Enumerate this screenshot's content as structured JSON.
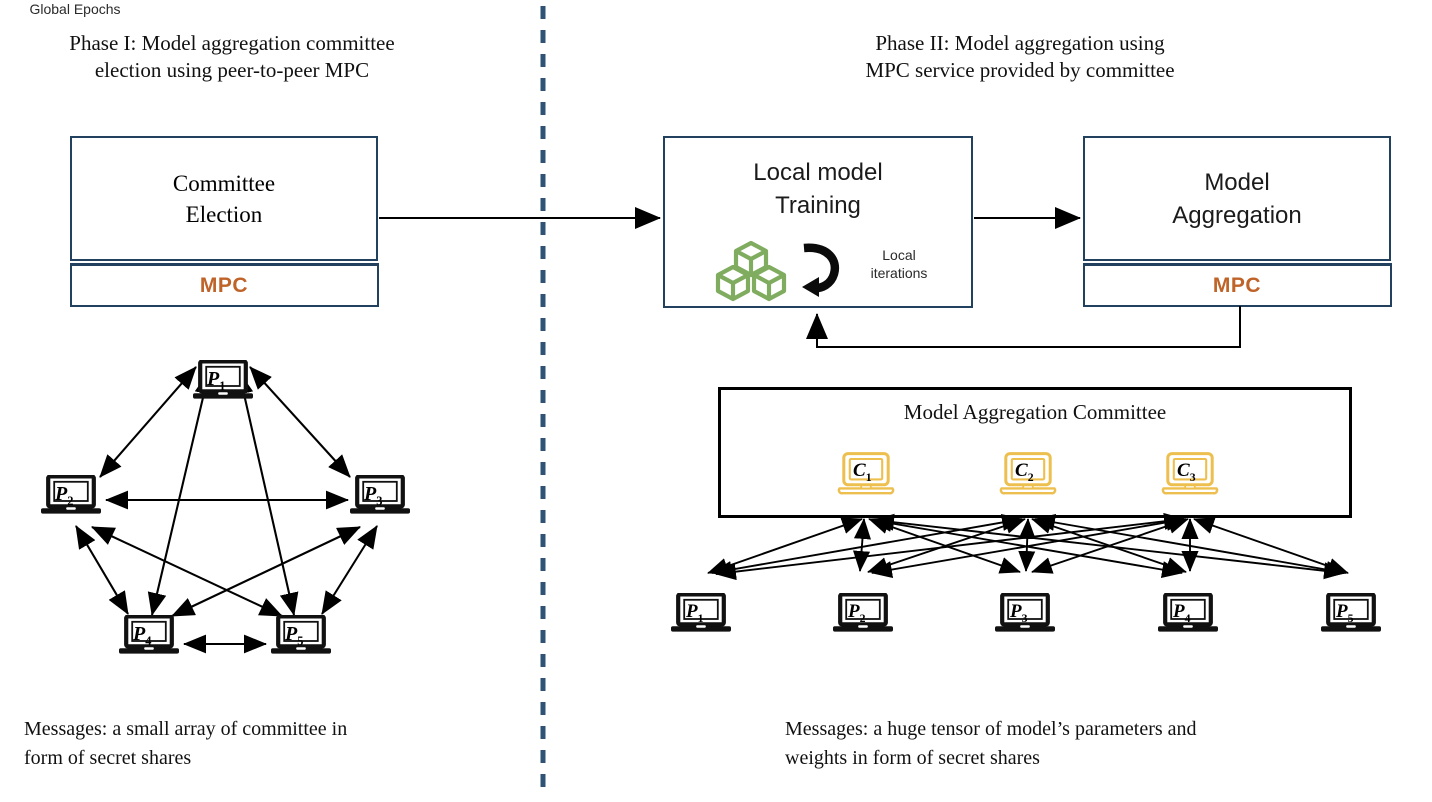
{
  "figure": {
    "kind": "two-phase-federated-learning-diagram",
    "accent_navy": "#22415f",
    "accent_orange": "#bf6329",
    "accent_gold": "#edbf4e",
    "accent_green": "#7fac5e",
    "divider_color": "#2f5275"
  },
  "phase1": {
    "title_line1": "Phase I: Model aggregation committee",
    "title_line2": "election using peer-to-peer MPC",
    "box": {
      "line1": "Committee",
      "line2": "Election",
      "mpc": "MPC"
    },
    "nodes": [
      {
        "label": "P",
        "sub": "1"
      },
      {
        "label": "P",
        "sub": "2"
      },
      {
        "label": "P",
        "sub": "3"
      },
      {
        "label": "P",
        "sub": "4"
      },
      {
        "label": "P",
        "sub": "5"
      }
    ],
    "caption_line1": "Messages: a small array of committee in",
    "caption_line2": "form of secret shares"
  },
  "phase2": {
    "title_line1": "Phase II: Model aggregation using",
    "title_line2": "MPC service provided by committee",
    "training_box": {
      "line1": "Local model",
      "line2": "Training",
      "icon": "green-cubes-icon",
      "loop_icon": "curved-loop-arrow-icon",
      "loop_label_line1": "Local",
      "loop_label_line2": "iterations"
    },
    "aggregation_box": {
      "line1": "Model",
      "line2": "Aggregation",
      "mpc": "MPC"
    },
    "feedback_label": "Global Epochs",
    "committee": {
      "title": "Model Aggregation Committee",
      "members": [
        {
          "label": "C",
          "sub": "1"
        },
        {
          "label": "C",
          "sub": "2"
        },
        {
          "label": "C",
          "sub": "3"
        }
      ]
    },
    "participants": [
      {
        "label": "P",
        "sub": "1"
      },
      {
        "label": "P",
        "sub": "2"
      },
      {
        "label": "P",
        "sub": "3"
      },
      {
        "label": "P",
        "sub": "4"
      },
      {
        "label": "P",
        "sub": "5"
      }
    ],
    "caption_line1": "Messages: a huge tensor of model’s parameters and",
    "caption_line2": "weights in form of secret shares"
  }
}
